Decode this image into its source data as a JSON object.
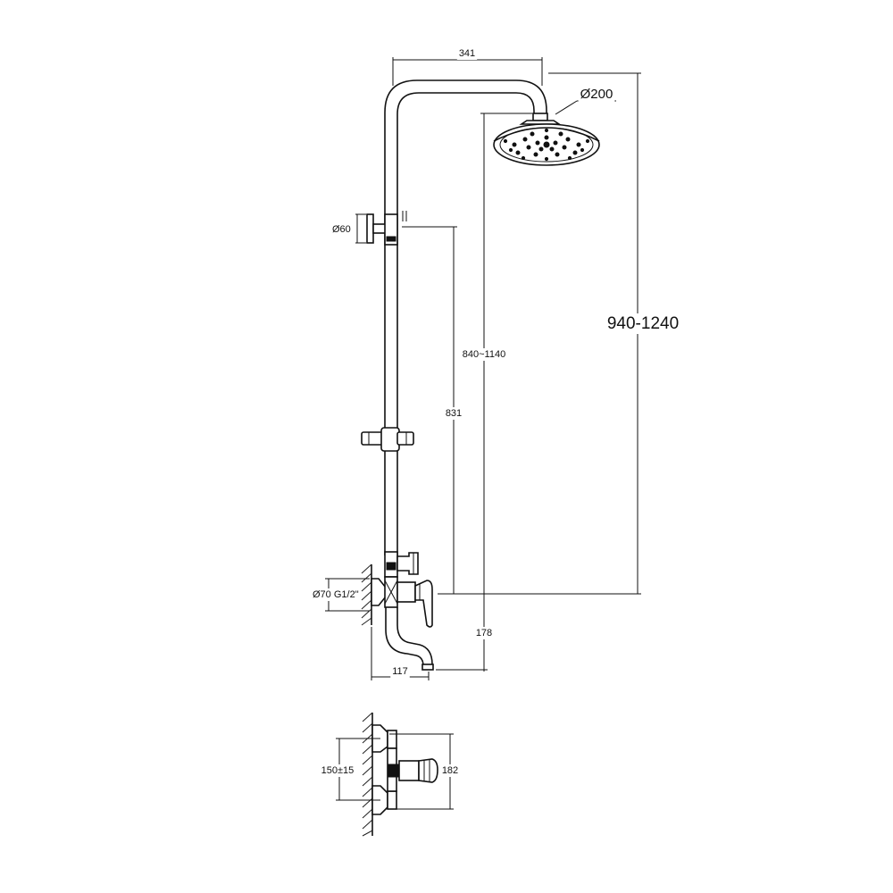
{
  "dimensions": {
    "arm_length": "341",
    "head_diameter": "Ø200",
    "bracket_diameter": "Ø60",
    "total_height": "940-1240",
    "head_height": "840~1140",
    "rail_height": "831",
    "spout_drop": "178",
    "flange_thread": "Ø70 G1/2\"",
    "spout_reach": "117",
    "center_distance": "150±15",
    "mixer_depth": "182"
  }
}
